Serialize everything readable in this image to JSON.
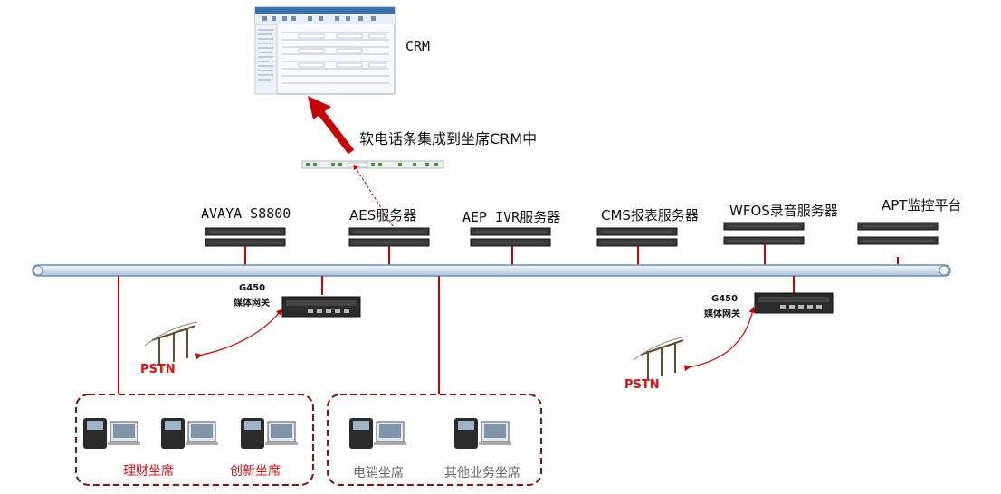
{
  "crm": {
    "label": "CRM"
  },
  "integration_note": "软电话条集成到坐席CRM中",
  "servers": [
    {
      "label": "AVAYA S8800"
    },
    {
      "label": "AES服务器"
    },
    {
      "label": "AEP IVR服务器"
    },
    {
      "label": "CMS报表服务器"
    },
    {
      "label": "WFOS录音服务器"
    },
    {
      "label": "APT监控平台"
    }
  ],
  "gateways": [
    {
      "model": "G450",
      "name": "媒体网关"
    },
    {
      "model": "G450",
      "name": "媒体网关"
    }
  ],
  "pstn": [
    {
      "label": "PSTN"
    },
    {
      "label": "PSTN"
    }
  ],
  "agent_groups": [
    {
      "labels": [
        "理财坐席",
        "创新坐席"
      ]
    },
    {
      "labels": [
        "电销坐席",
        "其他业务坐席"
      ]
    }
  ],
  "colors": {
    "link": "#d00000",
    "bus_fill": "#dce7f3",
    "bus_stroke": "#6d8fb5",
    "group_border": "#8b1010",
    "red_text": "#e01010"
  }
}
